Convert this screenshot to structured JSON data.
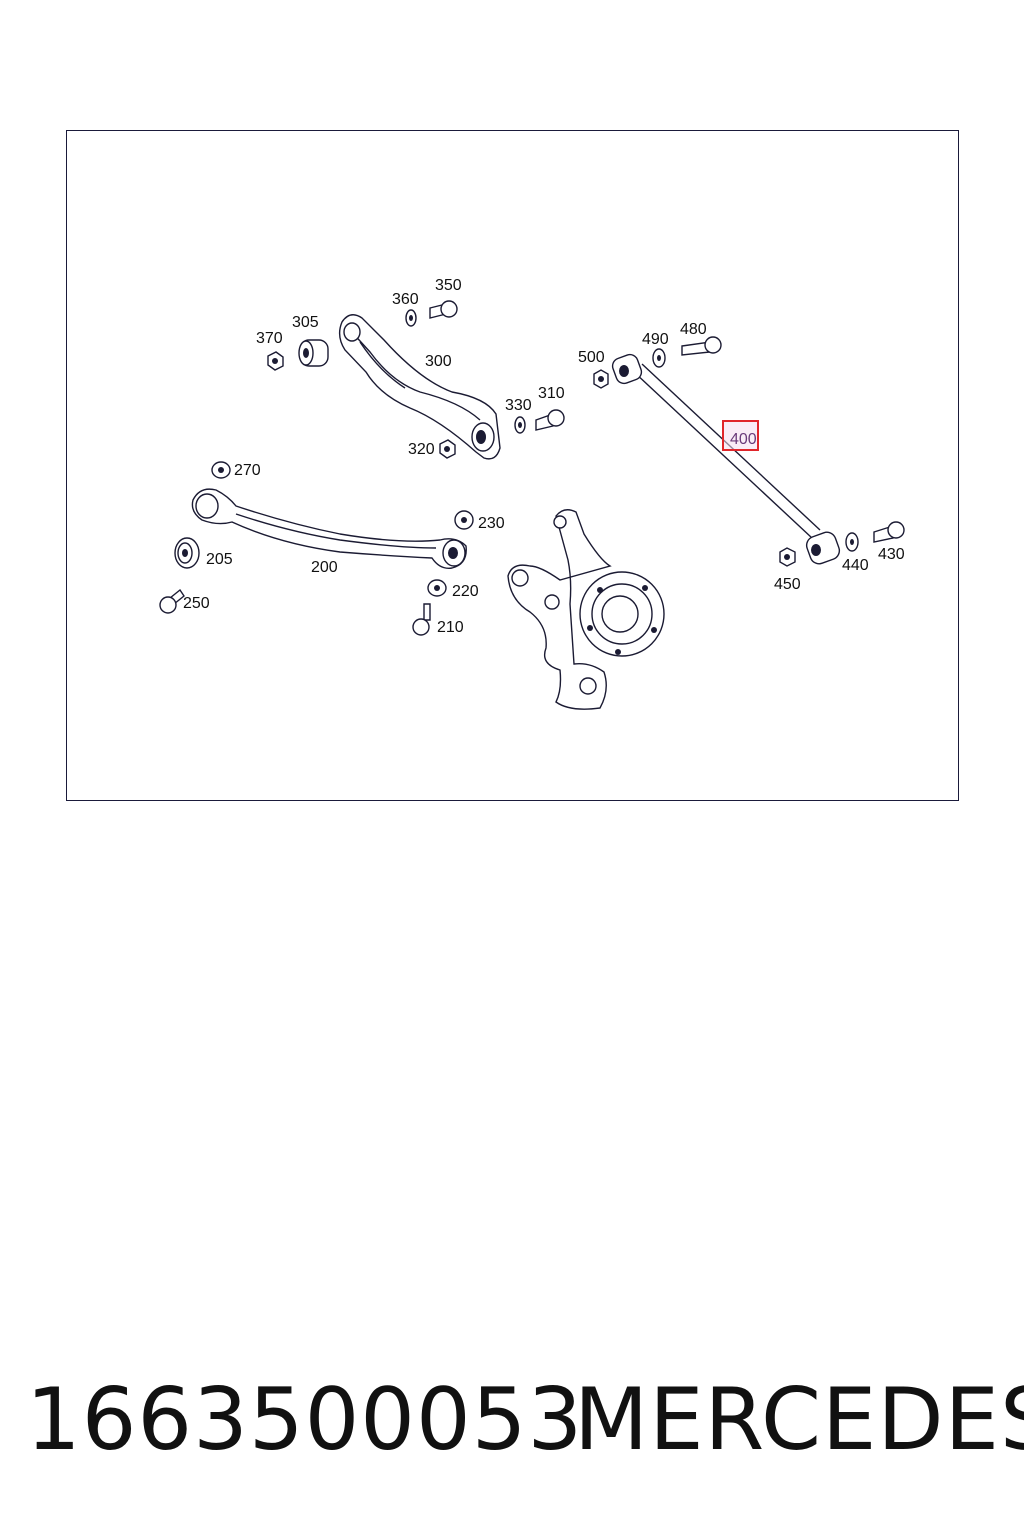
{
  "diagram": {
    "labels": {
      "p350": "350",
      "p360": "360",
      "p305": "305",
      "p370": "370",
      "p300": "300",
      "p330": "330",
      "p310": "310",
      "p320": "320",
      "p500": "500",
      "p490": "490",
      "p480": "480",
      "p400": "400",
      "p270": "270",
      "p230": "230",
      "p205": "205",
      "p200": "200",
      "p220": "220",
      "p250": "250",
      "p210": "210",
      "p430": "430",
      "p440": "440",
      "p450": "450"
    },
    "highlighted_part": "400",
    "highlight_color": "#e0262b"
  },
  "footer": {
    "part_number": "1663500053",
    "brand": "MERCEDES"
  }
}
